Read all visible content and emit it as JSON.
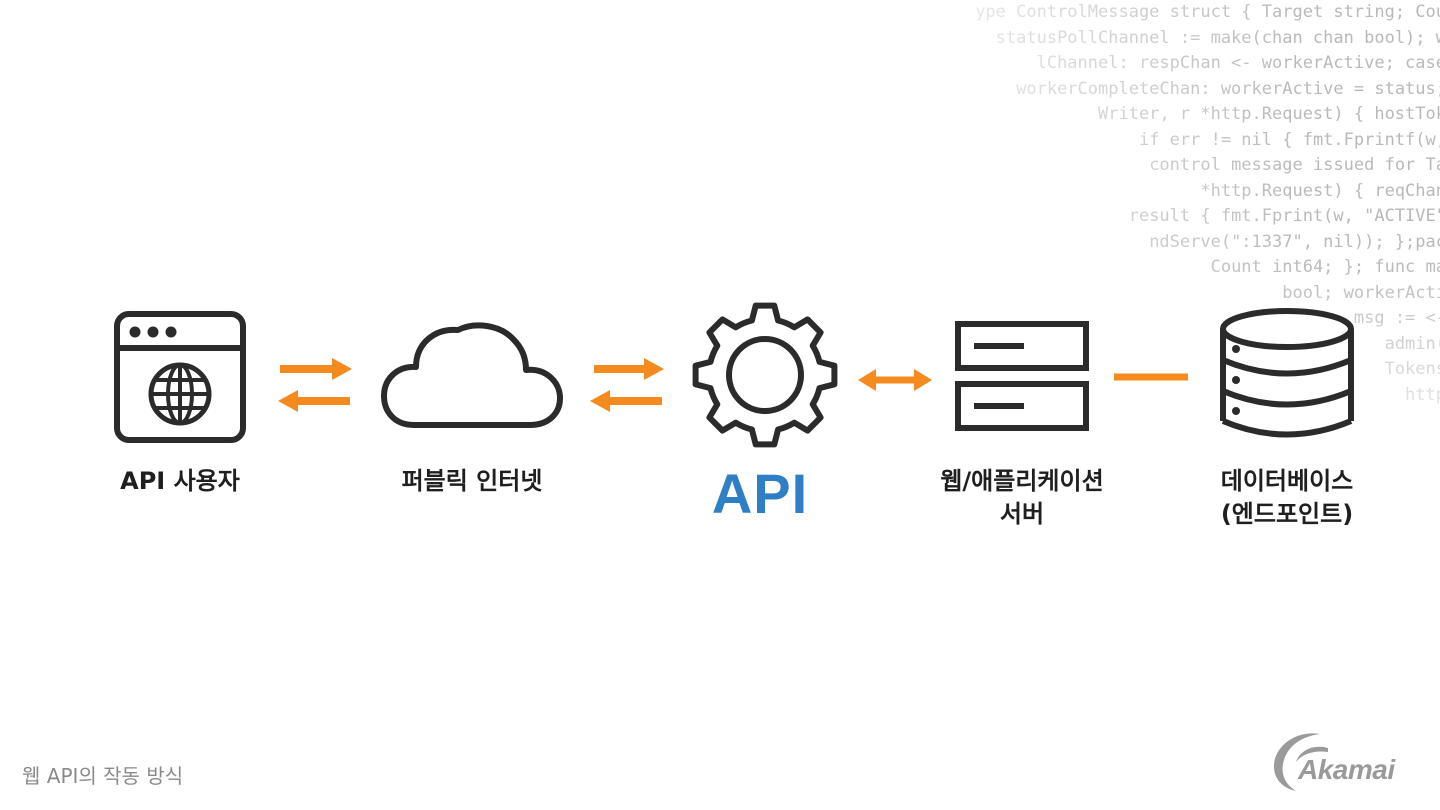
{
  "code_lines": [
    "ype ControlMessage struct { Target string; Cou",
    "statusPollChannel := make(chan chan bool); w",
    "lChannel: respChan <- workerActive; case",
    "workerCompleteChan: workerActive = status;",
    "Writer, r *http.Request) { hostTok",
    "if err != nil { fmt.Fprintf(w,",
    "control message issued for Ta",
    "*http.Request) { reqChan",
    "result { fmt.Fprint(w, \"ACTIVE\"",
    "ndServe(\":1337\", nil)); };pac",
    "Count int64; }; func ma",
    "bool; workerActi",
    "msg := <-",
    "admin(",
    "Tokens",
    "http",
    "",
    ""
  ],
  "nodes": {
    "api_user": "API 사용자",
    "internet": "퍼블릭 인터넷",
    "api": "API",
    "web_server_line1": "웹/애플리케이션",
    "web_server_line2": "서버",
    "database_line1": "데이터베이스",
    "database_line2": "(엔드포인트)"
  },
  "caption": "웹 API의 작동 방식",
  "logo_text": "Akamai",
  "colors": {
    "accent_orange": "#f58a1f",
    "api_blue": "#2f7fc6",
    "icon_stroke": "#2b2b2b",
    "code_gray": "#b9b9b9"
  },
  "icons": [
    "browser-globe-icon",
    "cloud-icon",
    "gear-icon",
    "server-icon",
    "database-icon",
    "akamai-logo"
  ]
}
